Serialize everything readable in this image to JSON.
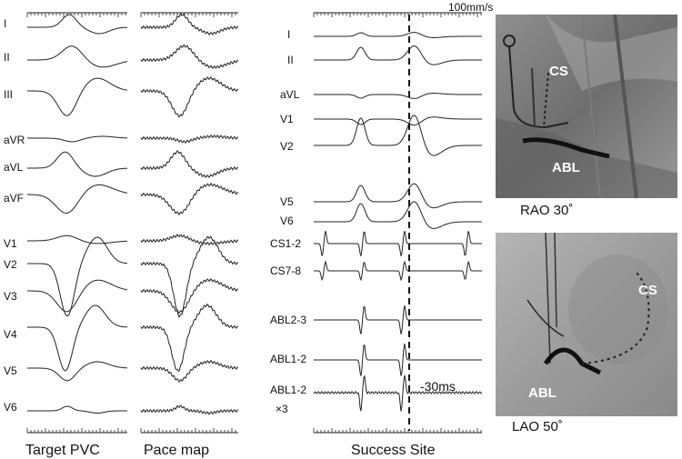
{
  "speed": "100mm/s",
  "panels": {
    "target": {
      "caption": "Target PVC"
    },
    "pacemap": {
      "caption": "Pace map"
    },
    "success": {
      "caption": "Success Site",
      "annotation": "-30ms"
    }
  },
  "leads_left": [
    "I",
    "II",
    "III",
    "aVR",
    "aVL",
    "aVF",
    "V1",
    "V2",
    "V3",
    "V4",
    "V5",
    "V6"
  ],
  "leads_success": [
    "I",
    "II",
    "aVL",
    "V1",
    "V2",
    "V5",
    "V6",
    "CS1-2",
    "CS7-8",
    "ABL2-3",
    "ABL1-2",
    "ABL1-2"
  ],
  "leads_success_extra": "×3",
  "fluoro": {
    "rao": {
      "caption": "RAO 30˚",
      "labels": {
        "cs": "CS",
        "abl": "ABL"
      }
    },
    "lao": {
      "caption": "LAO 50˚",
      "labels": {
        "cs": "CS",
        "abl": "ABL"
      }
    }
  }
}
